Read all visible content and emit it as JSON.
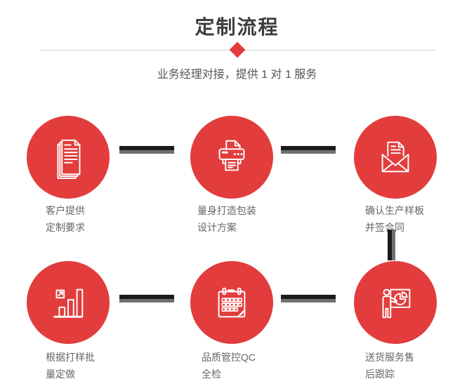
{
  "page": {
    "title": "定制流程",
    "subtitle": "业务经理对接，提供 1 对 1 服务"
  },
  "colors": {
    "accent_red": "#e23c3c",
    "connector_dark": "#1b1b1b",
    "connector_gray": "#6f6f6f",
    "divider_line": "#cccccc",
    "title_text": "#3e3e3e",
    "label_text": "#666666"
  },
  "steps": [
    {
      "icon": "documents-icon",
      "label": "客户提供\n定制要求"
    },
    {
      "icon": "printer-icon",
      "label": "量身打造包装\n设计方案"
    },
    {
      "icon": "envelope-icon",
      "label": "确认生产样板\n并签合同"
    },
    {
      "icon": "bar-chart-icon",
      "label": "根据打样批\n量定做"
    },
    {
      "icon": "calendar-icon",
      "label": "品质管控QC\n全检"
    },
    {
      "icon": "presenter-icon",
      "label": "送货服务售\n后跟踪"
    }
  ]
}
